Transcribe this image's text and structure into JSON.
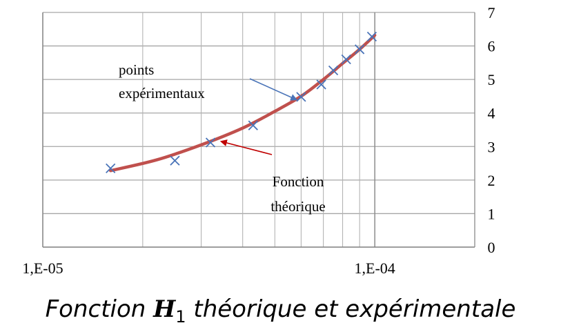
{
  "chart_data": {
    "type": "scatter",
    "x_scale": "log",
    "xlim": [
      1e-05,
      0.0002
    ],
    "ylim": [
      0,
      7
    ],
    "grid": true,
    "x_tick_labels": [
      "1,E-05",
      "1,E-04"
    ],
    "y_ticks": [
      0,
      1,
      2,
      3,
      4,
      5,
      6,
      7
    ],
    "y_axis_side": "right",
    "series": [
      {
        "name": "points expérimentaux",
        "marker": "x",
        "color": "#4a74b8",
        "points": [
          {
            "x": 1.6e-05,
            "y": 2.35
          },
          {
            "x": 2.5e-05,
            "y": 2.58
          },
          {
            "x": 3.2e-05,
            "y": 3.12
          },
          {
            "x": 4.3e-05,
            "y": 3.63
          },
          {
            "x": 6e-05,
            "y": 4.48
          },
          {
            "x": 6.9e-05,
            "y": 4.85
          },
          {
            "x": 7.5e-05,
            "y": 5.27
          },
          {
            "x": 8.2e-05,
            "y": 5.6
          },
          {
            "x": 9e-05,
            "y": 5.9
          },
          {
            "x": 9.8e-05,
            "y": 6.28
          }
        ]
      },
      {
        "name": "Fonction théorique",
        "type": "line",
        "color": "#c0504d",
        "points": [
          {
            "x": 1.6e-05,
            "y": 2.28
          },
          {
            "x": 2.2e-05,
            "y": 2.6
          },
          {
            "x": 3e-05,
            "y": 3.05
          },
          {
            "x": 4e-05,
            "y": 3.55
          },
          {
            "x": 5e-05,
            "y": 4.05
          },
          {
            "x": 6e-05,
            "y": 4.5
          },
          {
            "x": 7e-05,
            "y": 5.0
          },
          {
            "x": 8e-05,
            "y": 5.48
          },
          {
            "x": 9e-05,
            "y": 5.9
          },
          {
            "x": 0.0001,
            "y": 6.32
          }
        ]
      }
    ],
    "annotations": [
      {
        "lines": [
          "points",
          "expérimentaux"
        ],
        "arrow_color": "#4a74b8",
        "target": {
          "x": 5.8e-05,
          "y": 4.4
        }
      },
      {
        "lines": [
          "Fonction",
          "théorique"
        ],
        "arrow_color": "#c00000",
        "target": {
          "x": 3.45e-05,
          "y": 3.15
        }
      }
    ]
  },
  "caption": {
    "prefix": "Fonction ",
    "symbol": "H",
    "subscript": "1",
    "suffix": " théorique et expérimentale"
  }
}
